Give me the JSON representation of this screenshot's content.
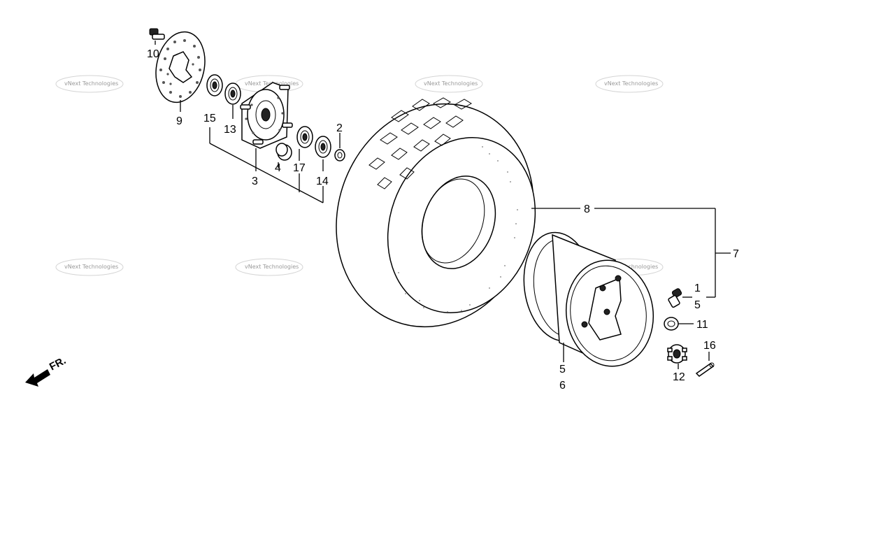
{
  "callouts": {
    "c1": "1",
    "c2": "2",
    "c3": "3",
    "c4": "4",
    "c5a": "5",
    "c5b": "5",
    "c6": "6",
    "c7": "7",
    "c8": "8",
    "c9": "9",
    "c10": "10",
    "c11": "11",
    "c12": "12",
    "c13": "13",
    "c14": "14",
    "c15": "15",
    "c16": "16",
    "c17": "17"
  },
  "direction": {
    "label": "FR."
  },
  "watermark": {
    "text": "vNext Technologies"
  }
}
